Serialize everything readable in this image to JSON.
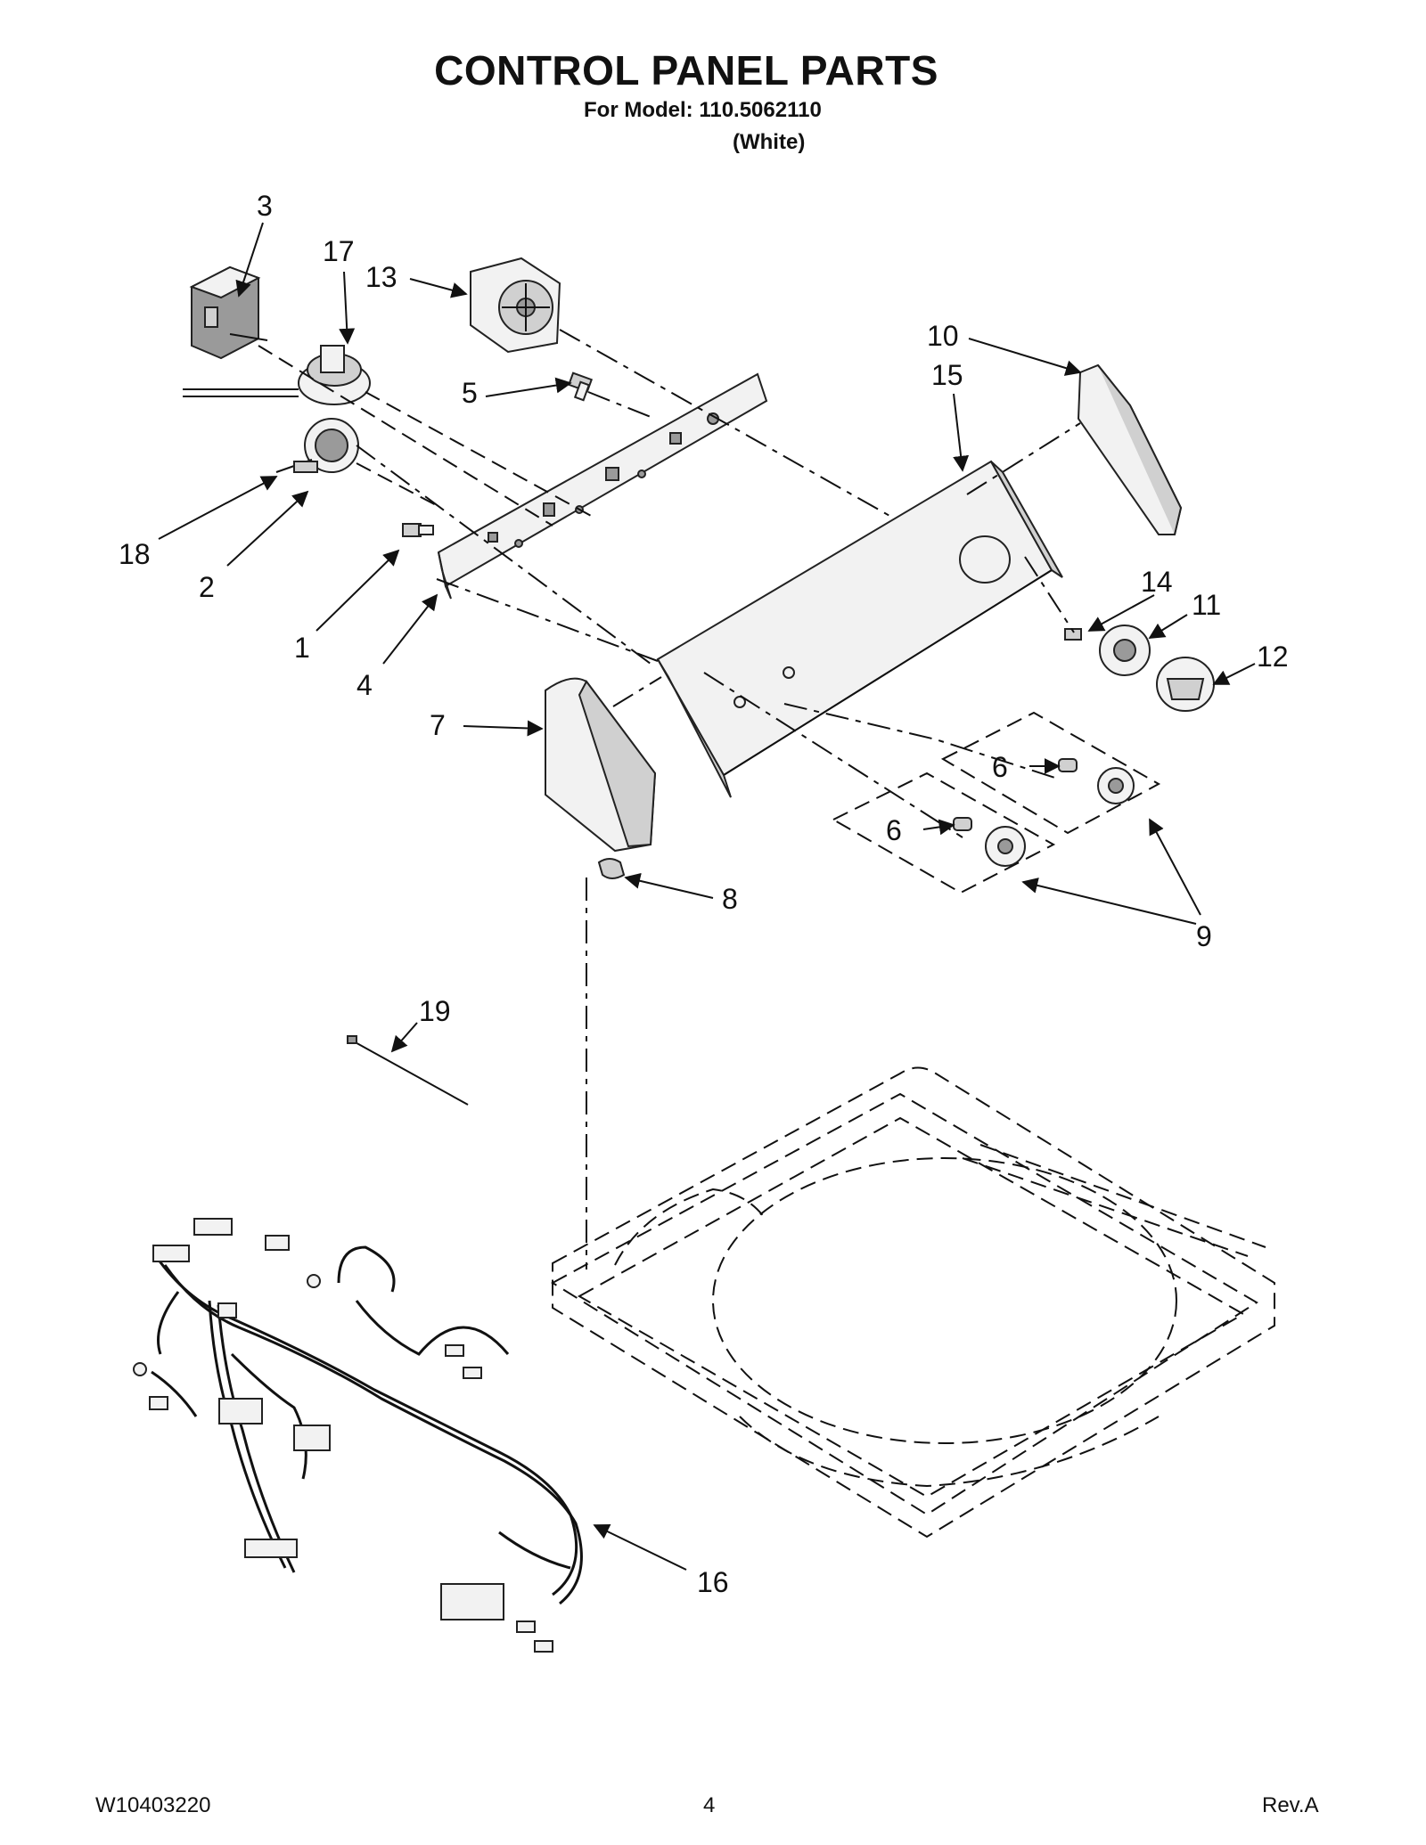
{
  "header": {
    "title": "CONTROL PANEL PARTS",
    "model": "For Model: 110.5062110",
    "color": "(White)"
  },
  "callouts": [
    "1",
    "2",
    "3",
    "4",
    "5",
    "6",
    "6",
    "7",
    "8",
    "9",
    "10",
    "11",
    "12",
    "13",
    "14",
    "15",
    "16",
    "17",
    "18",
    "19"
  ],
  "footer": {
    "doc_number": "W10403220",
    "page": "4",
    "revision": "Rev.A"
  }
}
